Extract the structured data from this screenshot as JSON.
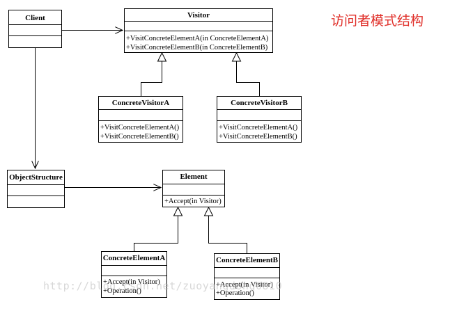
{
  "heading": "访问者模式结构",
  "watermark": "http://blog.csdn.net/zuoyangdong0810",
  "classes": {
    "client": {
      "name": "Client",
      "operations": []
    },
    "visitor": {
      "name": "Visitor",
      "operations": [
        "+VisitConcreteElementA(in ConcreteElementA)",
        "+VisitConcreteElementB(in ConcreteElementB)"
      ]
    },
    "concrete_visitor_a": {
      "name": "ConcreteVisitorA",
      "operations": [
        "+VisitConcreteElementA()",
        "+VisitConcreteElementB()"
      ]
    },
    "concrete_visitor_b": {
      "name": "ConcreteVisitorB",
      "operations": [
        "+VisitConcreteElementA()",
        "+VisitConcreteElementB()"
      ]
    },
    "object_structure": {
      "name": "ObjectStructure",
      "operations": []
    },
    "element": {
      "name": "Element",
      "operations": [
        "+Accept(in Visitor)"
      ]
    },
    "concrete_element_a": {
      "name": "ConcreteElementA",
      "operations": [
        "+Accept(in Visitor)",
        "+Operation()"
      ]
    },
    "concrete_element_b": {
      "name": "ConcreteElementB",
      "operations": [
        "+Accept(in Visitor)",
        "+Operation()"
      ]
    }
  }
}
